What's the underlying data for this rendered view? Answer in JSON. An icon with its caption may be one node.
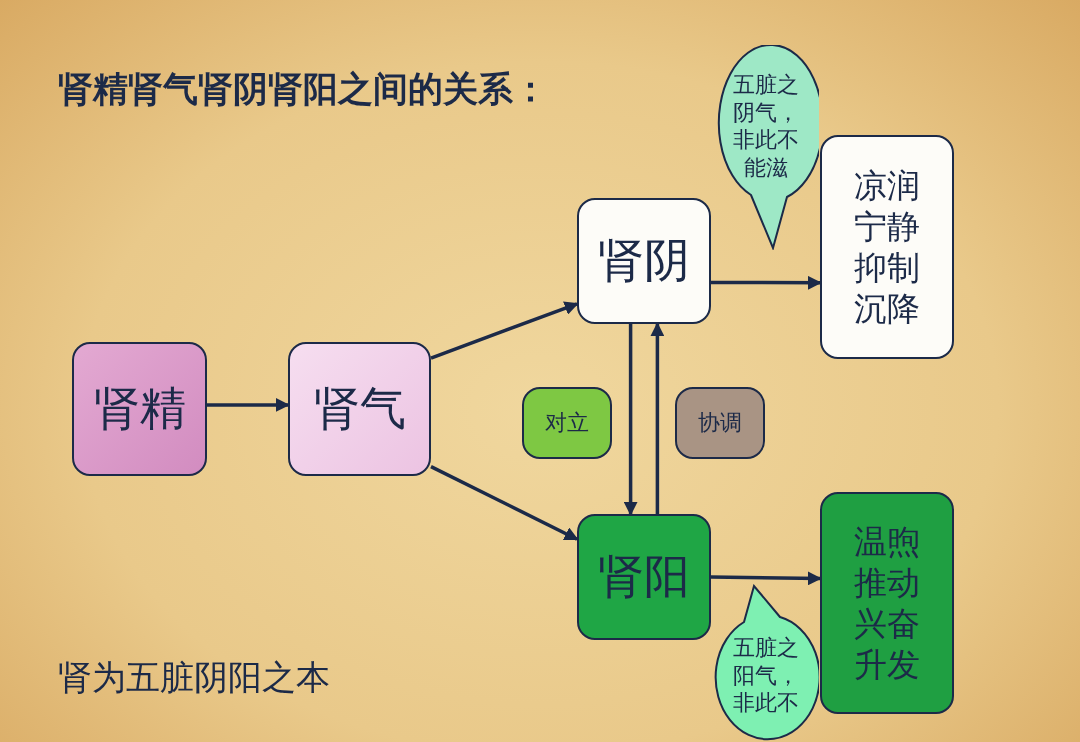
{
  "diagram": {
    "title": "肾精肾气肾阴肾阳之间的关系：",
    "nodes": [
      {
        "text": [
          "肾精"
        ]
      },
      {
        "text": [
          "肾气"
        ]
      },
      {
        "text": [
          "肾阴"
        ]
      },
      {
        "text": [
          "肾阳"
        ]
      },
      {
        "text": [
          "凉润宁静抑制沉降"
        ]
      },
      {
        "text": [
          "温煦推动兴奋升发"
        ]
      },
      {
        "text": [
          "对立"
        ]
      },
      {
        "text": [
          "协调"
        ]
      },
      {
        "text": [
          "五脏之阴气，非此不能滋"
        ]
      },
      {
        "text": [
          "五脏之阳气，非此不"
        ]
      }
    ],
    "edges": [
      {
        "from": 0,
        "to": 1,
        "arrow": "to"
      },
      {
        "from": 1,
        "to": 2,
        "arrow": "to"
      },
      {
        "from": 1,
        "to": 3,
        "arrow": "to"
      },
      {
        "from": 2,
        "to": 4,
        "arrow": "to"
      },
      {
        "from": 3,
        "to": 5,
        "arrow": "to"
      },
      {
        "from": 2,
        "to": 3,
        "arrow": "to"
      },
      {
        "from": 3,
        "to": 2,
        "arrow": "to"
      }
    ],
    "labels": [
      "肾为五脏阴阳之本"
    ]
  }
}
